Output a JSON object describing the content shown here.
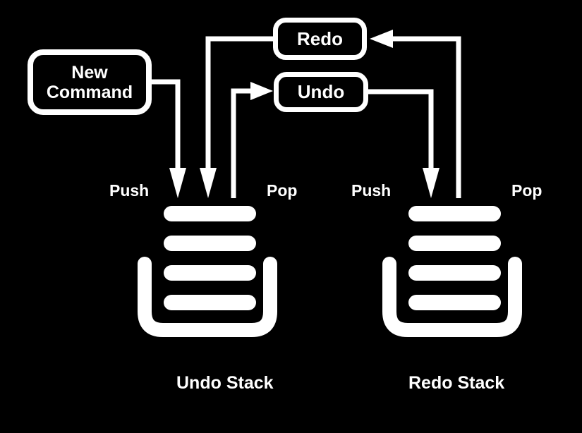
{
  "diagram": {
    "colors": {
      "background": "#000000",
      "foreground": "#ffffff"
    },
    "nodes": {
      "new_command": {
        "lines": [
          "New",
          "Command"
        ]
      },
      "redo": {
        "label": "Redo"
      },
      "undo": {
        "label": "Undo"
      }
    },
    "undo_stack": {
      "label": "Undo Stack",
      "push": "Push",
      "pop": "Pop"
    },
    "redo_stack": {
      "label": "Redo Stack",
      "push": "Push",
      "pop": "Pop"
    }
  }
}
